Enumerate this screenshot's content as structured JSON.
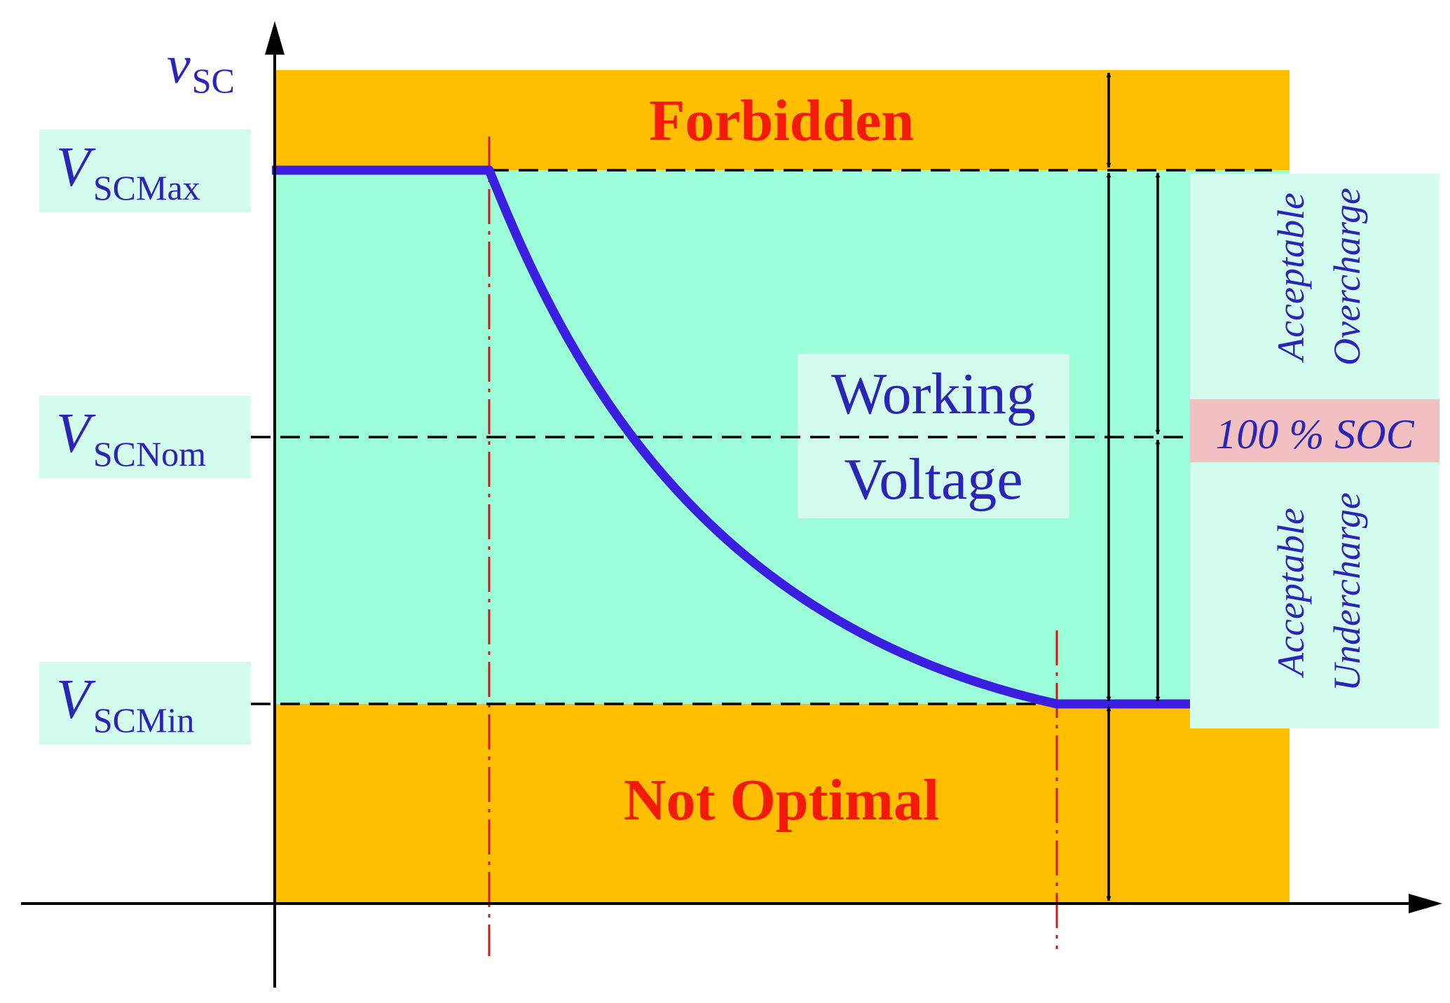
{
  "axis": {
    "y_symbol": "v",
    "y_subscript": "SC"
  },
  "levels": {
    "max": {
      "symbol": "V",
      "subscript": "SCMax"
    },
    "nom": {
      "symbol": "V",
      "subscript": "SCNom"
    },
    "min": {
      "symbol": "V",
      "subscript": "SCMin"
    }
  },
  "zones": {
    "forbidden": "Forbidden",
    "working_line1": "Working",
    "working_line2": "Voltage",
    "not_optimal": "Not Optimal"
  },
  "side_labels": {
    "overcharge_line1": "Acceptable",
    "overcharge_line2": "Overcharge",
    "soc": "100 % SOC",
    "undercharge_line1": "Acceptable",
    "undercharge_line2": "Undercharge"
  },
  "colors": {
    "band_orange": "#FFBE00",
    "working_green": "#9CFDD9",
    "label_green": "#D4FCEE",
    "soc_pink": "#F2C0C0",
    "curve_blue": "#3A1FE0",
    "zone_red": "#F41A08",
    "guide_red": "#D21818",
    "text_blue": "#2A24B8"
  }
}
